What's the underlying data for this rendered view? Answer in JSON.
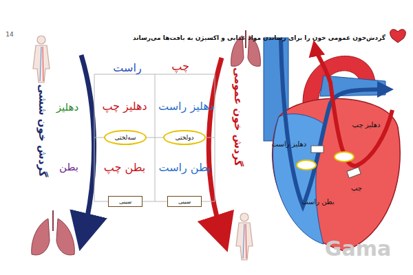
{
  "diagram": {
    "title": "گردش‌خون عمومی خون را برای رساندن مواد غذایی و اکسیژن به بافت‌ها می‌رساند",
    "nodes": [
      {
        "text": [
          "دهلیز چپ"
        ]
      },
      {
        "text": [
          "دهلیز راست"
        ]
      },
      {
        "text": [
          "سه‌لختی"
        ]
      },
      {
        "text": [
          "دولختی"
        ]
      },
      {
        "text": [
          "بطن چپ"
        ]
      },
      {
        "text": [
          "بطن راست"
        ]
      },
      {
        "text": [
          "سینی"
        ]
      },
      {
        "text": [
          "سینی"
        ]
      }
    ],
    "labels": [
      "14",
      "راست",
      "چپ",
      "دهلیز",
      "بطن",
      "گردش خون ششی",
      "گردش خون عمومی",
      "دهلیز چپ",
      "دهلیز راست",
      "چپ",
      "بطن راست",
      "Gama"
    ]
  }
}
